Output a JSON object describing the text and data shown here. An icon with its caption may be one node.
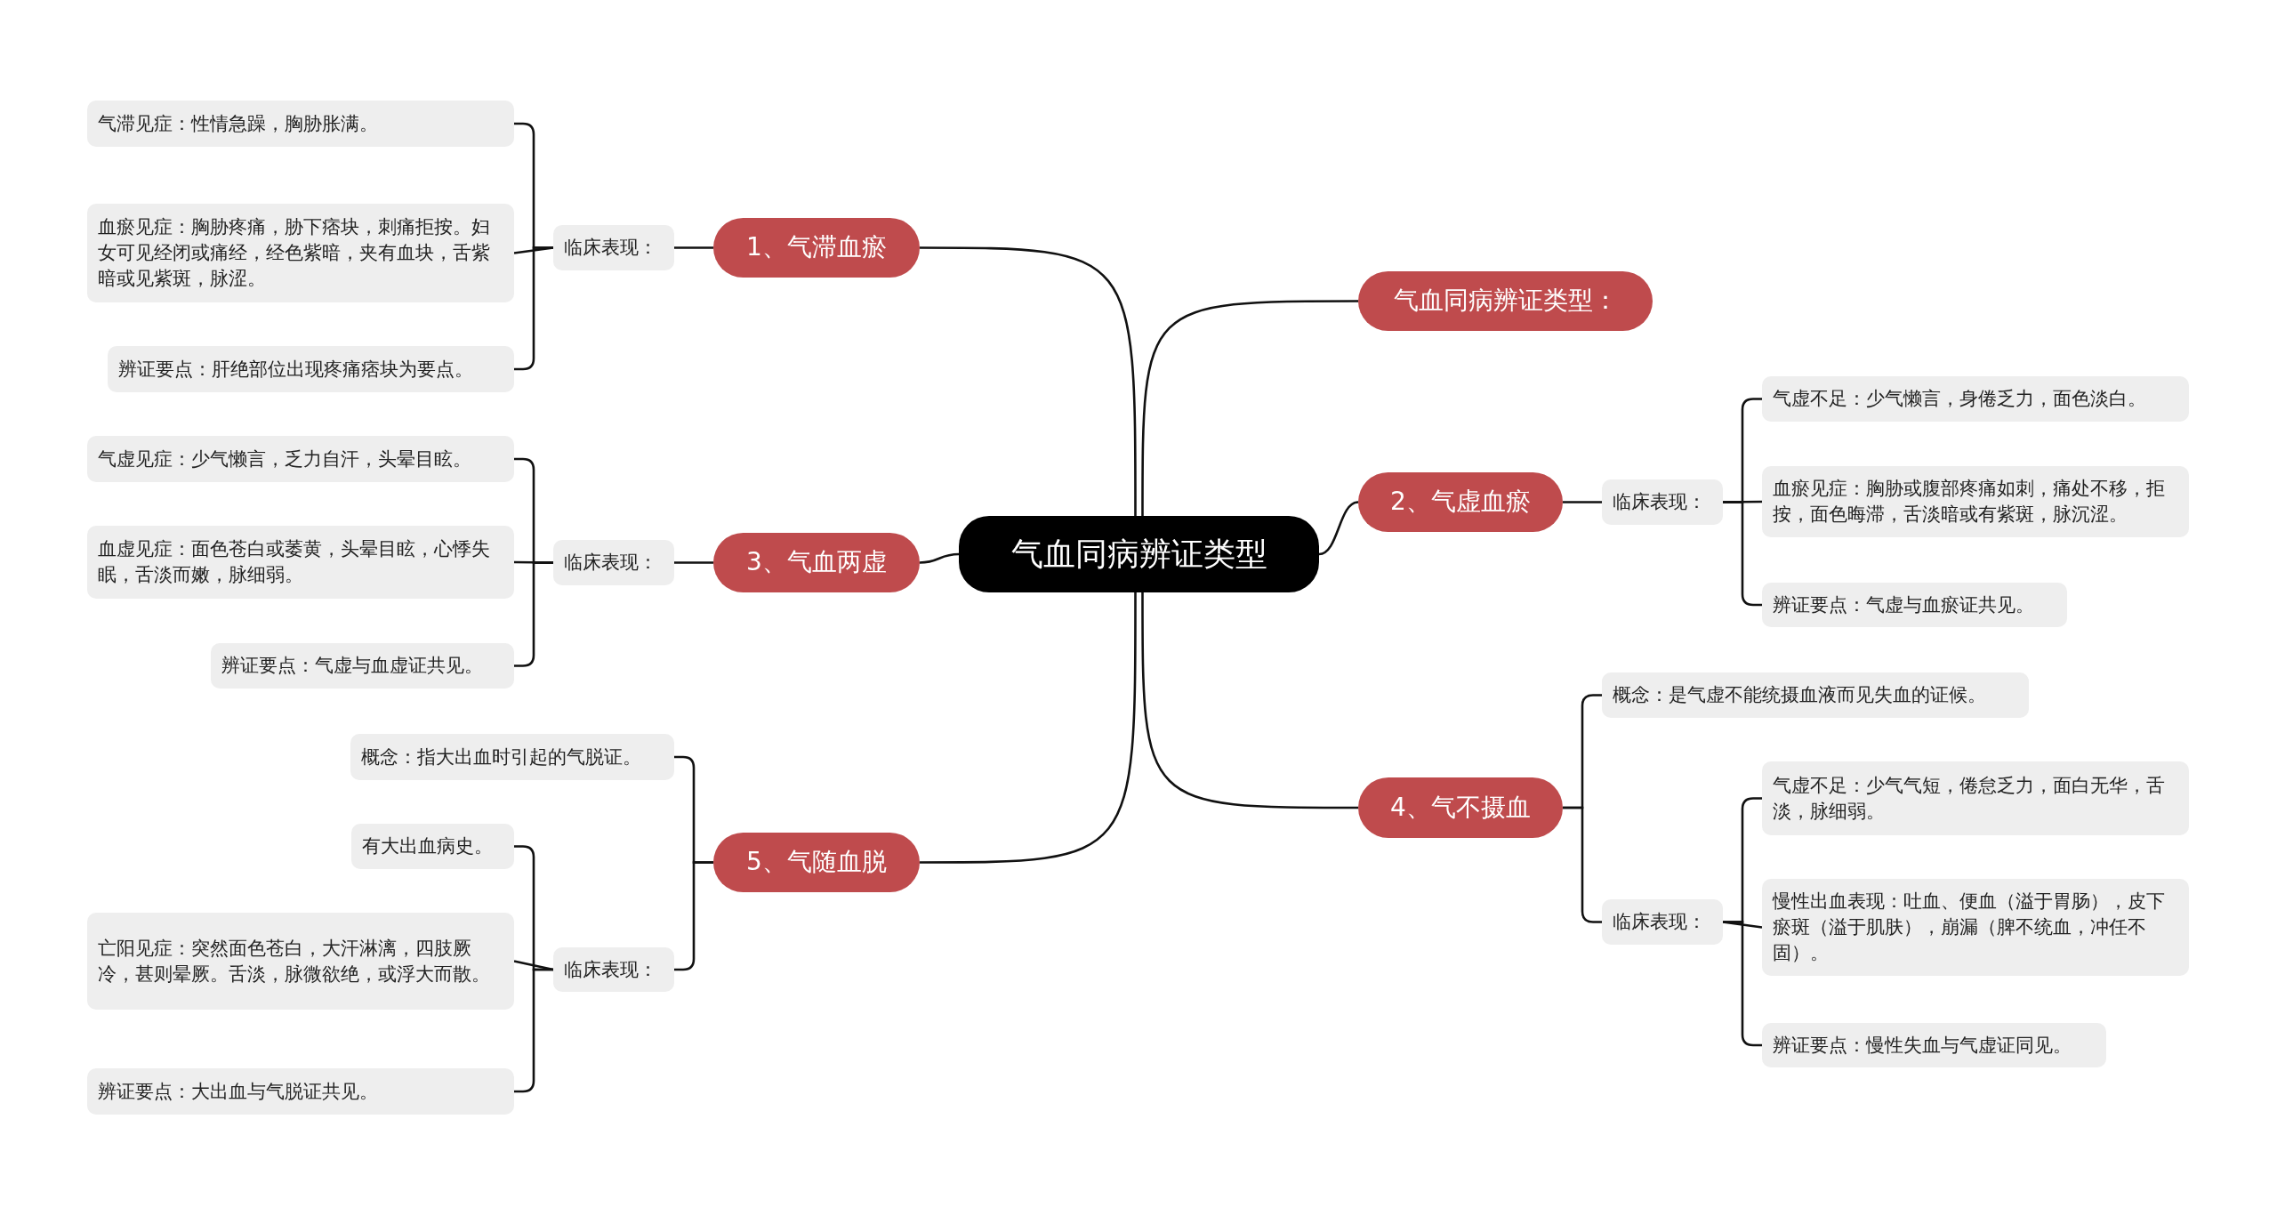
{
  "diagram": {
    "nodes": [
      {
        "text": [
          "气血同病辨证类型"
        ]
      },
      {
        "text": [
          "气血同病辨证类型："
        ]
      },
      {
        "text": [
          "2、气虚血瘀"
        ]
      },
      {
        "text": [
          "临床表现："
        ]
      },
      {
        "text": [
          "气虚不足：少气懒言，身倦乏力，面色淡白。"
        ]
      },
      {
        "text": [
          "血瘀见症：胸胁或腹部疼痛如刺，痛处不移，拒按，面色晦滞，舌淡暗或有紫斑，脉沉涩。"
        ]
      },
      {
        "text": [
          "辨证要点：气虚与血瘀证共见。"
        ]
      },
      {
        "text": [
          "4、气不摄血"
        ]
      },
      {
        "text": [
          "概念：是气虚不能统摄血液而见失血的证候。"
        ]
      },
      {
        "text": [
          "临床表现："
        ]
      },
      {
        "text": [
          "气虚不足：少气气短，倦怠乏力，面白无华，舌淡，脉细弱。"
        ]
      },
      {
        "text": [
          "慢性出血表现：吐血、便血（溢于胃肠），皮下瘀斑（溢于肌肤），崩漏（脾不统血，冲任不固）。"
        ]
      },
      {
        "text": [
          "辨证要点：慢性失血与气虚证同见。"
        ]
      },
      {
        "text": [
          "1、气滞血瘀"
        ]
      },
      {
        "text": [
          "临床表现："
        ]
      },
      {
        "text": [
          "气滞见症：性情急躁，胸胁胀满。"
        ]
      },
      {
        "text": [
          "血瘀见症：胸胁疼痛，胁下痞块，刺痛拒按。妇女可见经闭或痛经，经色紫暗，夹有血块，舌紫暗或见紫斑，脉涩。"
        ]
      },
      {
        "text": [
          "辨证要点：肝绝部位出现疼痛痞块为要点。"
        ]
      },
      {
        "text": [
          "3、气血两虚"
        ]
      },
      {
        "text": [
          "临床表现："
        ]
      },
      {
        "text": [
          "气虚见症：少气懒言，乏力自汗，头晕目眩。"
        ]
      },
      {
        "text": [
          "血虚见症：面色苍白或萎黄，头晕目眩，心悸失眠，舌淡而嫩，脉细弱。"
        ]
      },
      {
        "text": [
          "辨证要点：气虚与血虚证共见。"
        ]
      },
      {
        "text": [
          "5、气随血脱"
        ]
      },
      {
        "text": [
          "概念：指大出血时引起的气脱证。"
        ]
      },
      {
        "text": [
          "临床表现："
        ]
      },
      {
        "text": [
          "有大出血病史。"
        ]
      },
      {
        "text": [
          "亡阳见症：突然面色苍白，大汗淋漓，四肢厥冷，甚则晕厥。舌淡，脉微欲绝，或浮大而散。"
        ]
      },
      {
        "text": [
          "辨证要点：大出血与气脱证共见。"
        ]
      }
    ],
    "edges": [
      {
        "from": 0,
        "to": 1,
        "arrow": "none"
      },
      {
        "from": 0,
        "to": 2,
        "arrow": "none"
      },
      {
        "from": 2,
        "to": 3,
        "arrow": "none"
      },
      {
        "from": 3,
        "to": 4,
        "arrow": "none"
      },
      {
        "from": 3,
        "to": 5,
        "arrow": "none"
      },
      {
        "from": 3,
        "to": 6,
        "arrow": "none"
      },
      {
        "from": 0,
        "to": 7,
        "arrow": "none"
      },
      {
        "from": 7,
        "to": 8,
        "arrow": "none"
      },
      {
        "from": 7,
        "to": 9,
        "arrow": "none"
      },
      {
        "from": 9,
        "to": 10,
        "arrow": "none"
      },
      {
        "from": 9,
        "to": 11,
        "arrow": "none"
      },
      {
        "from": 9,
        "to": 12,
        "arrow": "none"
      },
      {
        "from": 0,
        "to": 13,
        "arrow": "none"
      },
      {
        "from": 13,
        "to": 14,
        "arrow": "none"
      },
      {
        "from": 14,
        "to": 15,
        "arrow": "none"
      },
      {
        "from": 14,
        "to": 16,
        "arrow": "none"
      },
      {
        "from": 14,
        "to": 17,
        "arrow": "none"
      },
      {
        "from": 0,
        "to": 18,
        "arrow": "none"
      },
      {
        "from": 18,
        "to": 19,
        "arrow": "none"
      },
      {
        "from": 19,
        "to": 20,
        "arrow": "none"
      },
      {
        "from": 19,
        "to": 21,
        "arrow": "none"
      },
      {
        "from": 19,
        "to": 22,
        "arrow": "none"
      },
      {
        "from": 0,
        "to": 23,
        "arrow": "none"
      },
      {
        "from": 23,
        "to": 24,
        "arrow": "none"
      },
      {
        "from": 23,
        "to": 25,
        "arrow": "none"
      },
      {
        "from": 25,
        "to": 26,
        "arrow": "none"
      },
      {
        "from": 25,
        "to": 27,
        "arrow": "none"
      },
      {
        "from": 25,
        "to": 28,
        "arrow": "none"
      }
    ]
  }
}
